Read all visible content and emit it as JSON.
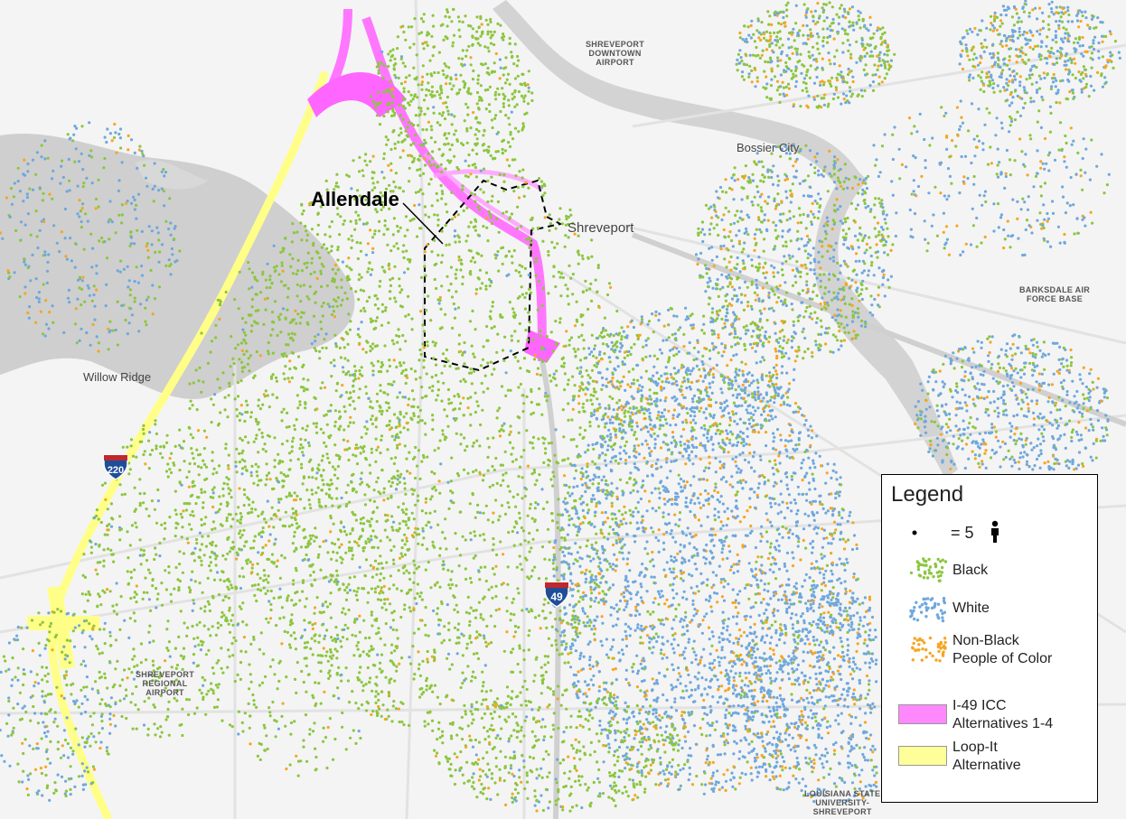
{
  "map": {
    "labels": {
      "shreveport_downtown_airport": [
        "SHREVEPORT",
        "DOWNTOWN",
        "AIRPORT"
      ],
      "bossier_city": "Bossier City",
      "shreveport": "Shreveport",
      "barksdale": [
        "BARKSDALE AIR",
        "FORCE BASE"
      ],
      "willow_ridge": "Willow Ridge",
      "shreveport_regional_airport": [
        "SHREVEPORT",
        "REGIONAL",
        "AIRPORT"
      ],
      "lsu_shreveport": [
        "LOUISIANA STATE",
        "UNIVERSITY-",
        "SHREVEPORT"
      ],
      "allendale": "Allendale"
    },
    "shields": {
      "i220": "220",
      "i49": "49"
    },
    "colors": {
      "black_dots": "#8cc63f",
      "white_dots": "#6fa8dc",
      "poc_dots": "#f5a623",
      "i49_icc": "#ff66ff",
      "loop_it": "#ffff88",
      "water": "#cccccc",
      "land": "#f4f4f4"
    }
  },
  "legend": {
    "title": "Legend",
    "scale": "= 5",
    "items": [
      {
        "label": "Black",
        "color": "#8cc63f"
      },
      {
        "label": "White",
        "color": "#6fa8dc"
      },
      {
        "label": "Non-Black\nPeople of Color",
        "color": "#f5a623"
      }
    ],
    "alt1": "I-49 ICC\nAlternatives 1-4",
    "alt2": "Loop-It\nAlternative",
    "alt1_color": "#ff88ff",
    "alt2_color": "#ffff99"
  }
}
